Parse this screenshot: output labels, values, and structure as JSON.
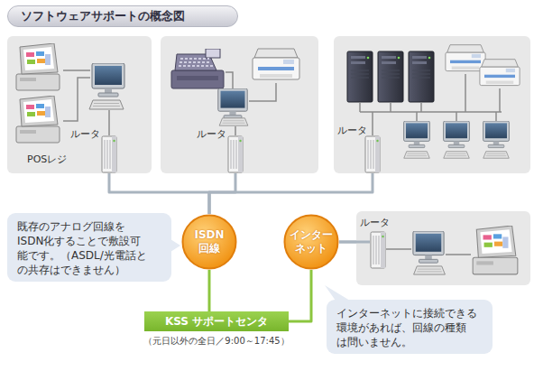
{
  "diagram": {
    "title": "ソフトウェアサポートの概念図",
    "nodes": [
      {
        "text": [
          "POSレジ",
          "ルータ"
        ]
      },
      {
        "text": [
          "ルータ"
        ]
      },
      {
        "text": [
          "ルータ"
        ]
      },
      {
        "text": [
          "既存のアナログ回線を ISDN化することで敷設可 能です。（ASDL/光電話と の共存はできません）"
        ]
      },
      {
        "text": [
          "ISDN 回線"
        ]
      },
      {
        "text": [
          "インター ネット"
        ]
      },
      {
        "text": [
          "ルータ"
        ]
      },
      {
        "text": [
          "インターネットに接続できる 環境があれば、回線の種類 は問いません。"
        ]
      },
      {
        "text": [
          "KSS サポートセンタ",
          "（元日以外の全日／9:00～17:45）"
        ]
      }
    ],
    "edges": [
      {
        "from": 0,
        "to": 4,
        "arrow": "none"
      },
      {
        "from": 1,
        "to": 4,
        "arrow": "none"
      },
      {
        "from": 2,
        "to": 4,
        "arrow": "none"
      },
      {
        "from": 6,
        "to": 5,
        "arrow": "none"
      },
      {
        "from": 4,
        "to": 8,
        "arrow": "none"
      },
      {
        "from": 5,
        "to": 8,
        "arrow": "none"
      }
    ]
  }
}
